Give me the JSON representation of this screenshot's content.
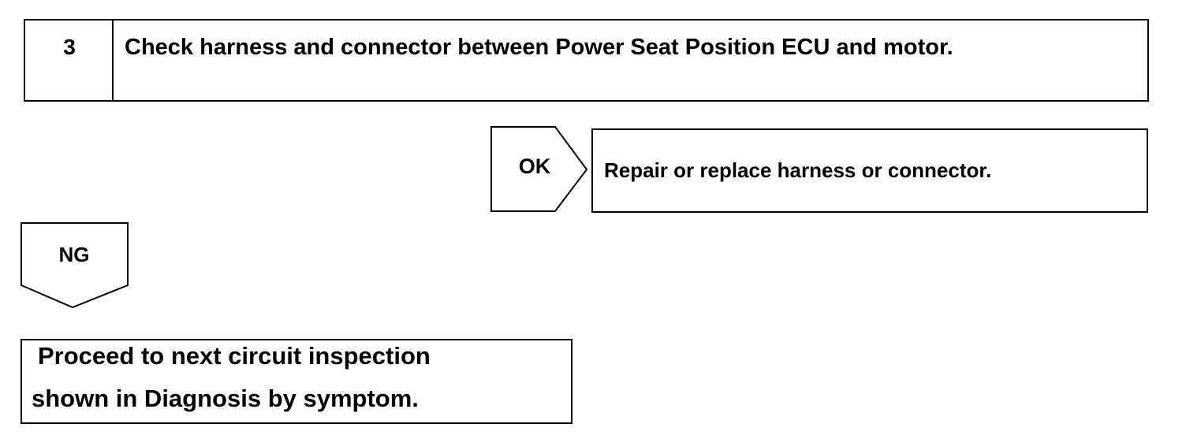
{
  "step": {
    "number": "3",
    "title": "Check harness and connector between Power Seat Position ECU and motor."
  },
  "ok_branch": {
    "label": "OK",
    "result": "Repair or replace harness or connector."
  },
  "ng_branch": {
    "label": "NG"
  },
  "final_action": {
    "line1": "Proceed to next circuit inspection",
    "line2": "shown  in Diagnosis by symptom."
  }
}
